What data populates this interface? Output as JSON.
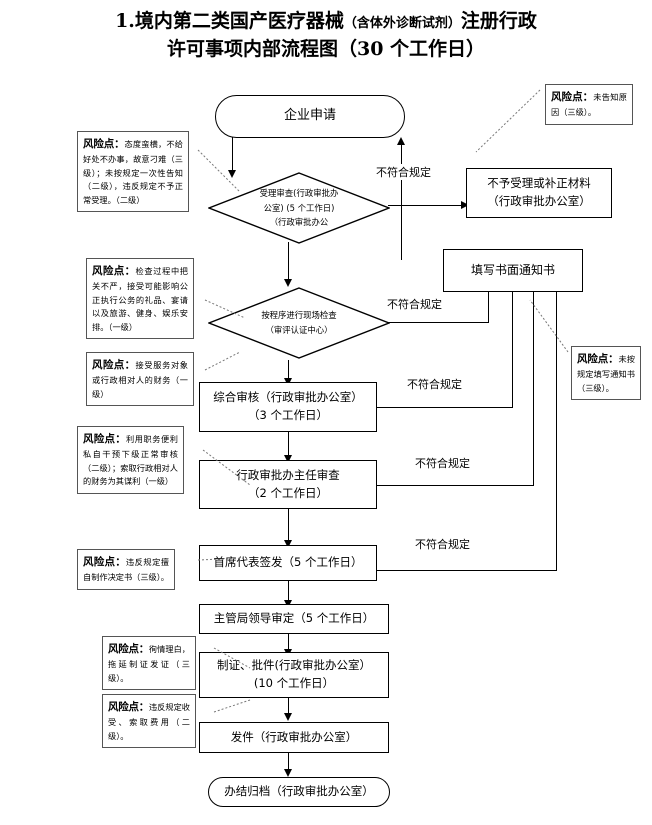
{
  "title": {
    "line1_pre": "1.境内第二类国产医疗器械",
    "line1_paren": "（含体外诊断试剂）",
    "line1_post": "注册行政",
    "line2": "许可事项内部流程图（30 个工作日）"
  },
  "nodes": {
    "apply": "企业申请",
    "accept_review_l1": "受理审查(行政审批办",
    "accept_review_l2": "公室) (5 个工作日)",
    "accept_review_l3": "（行政审批办公",
    "site_check_l1": "按程序进行现场检查",
    "site_check_l2": "（审评认证中心）",
    "reject_l1": "不予受理或补正材料",
    "reject_l2": "（行政审批办公室）",
    "notice": "填写书面通知书",
    "comprehensive_l1": "综合审核（行政审批办公室）",
    "comprehensive_l2": "（3 个工作日）",
    "director_l1": "行政审批办主任审查",
    "director_l2": "（2 个工作日）",
    "chief_sign": "首席代表签发（5 个工作日）",
    "bureau_leader": "主管局领导审定（5 个工作日）",
    "make_cert_l1": "制证、批件(行政审批办公室）",
    "make_cert_l2": "(10 个工作日）",
    "dispatch": "发件（行政审批办公室）",
    "archive": "办结归档（行政审批办公室）"
  },
  "edge_labels": {
    "not_conform_1": "不符合规定",
    "not_conform_2": "不符合规定",
    "not_conform_3": "不符合规定",
    "not_conform_4": "不符合规定",
    "not_conform_5": "不符合规定"
  },
  "risks": {
    "r_left_1": {
      "head": "风险点：",
      "body": "态度蛮横，不给好处不办事，故意刁难（三级）；未按规定一次性告知（二级），违反规定不予正常受理。（二级）"
    },
    "r_left_2": {
      "head": "风险点：",
      "body": "检查过程中把关不严，接受可能影响公正执行公务的礼品、宴请以及旅游、健身、娱乐安排。（一级）"
    },
    "r_left_3": {
      "head": "风险点：",
      "body": "接受服务对象或行政相对人的财务（一级）"
    },
    "r_left_4": {
      "head": "风险点：",
      "body": "利用职务便利私自干预下级正常审核（二级）；索取行政相对人的财务为其谋利（一级）"
    },
    "r_left_5": {
      "head": "风险点：",
      "body": "违反规定擅自制作决定书（三级）。"
    },
    "r_left_6": {
      "head": "风险点：",
      "body": "徇情理白，拖延制证发证（三级）。"
    },
    "r_left_7": {
      "head": "风险点：",
      "body": "违反规定收受、索取费用（二级）。"
    },
    "r_right_1": {
      "head": "风险点：",
      "body": "未告知原因（三级）。"
    },
    "r_right_2": {
      "head": "风险点：",
      "body": "未按规定填写通知书（三级）。"
    }
  },
  "colors": {
    "stroke": "#000000",
    "risk_border": "#555555",
    "background": "#ffffff"
  }
}
